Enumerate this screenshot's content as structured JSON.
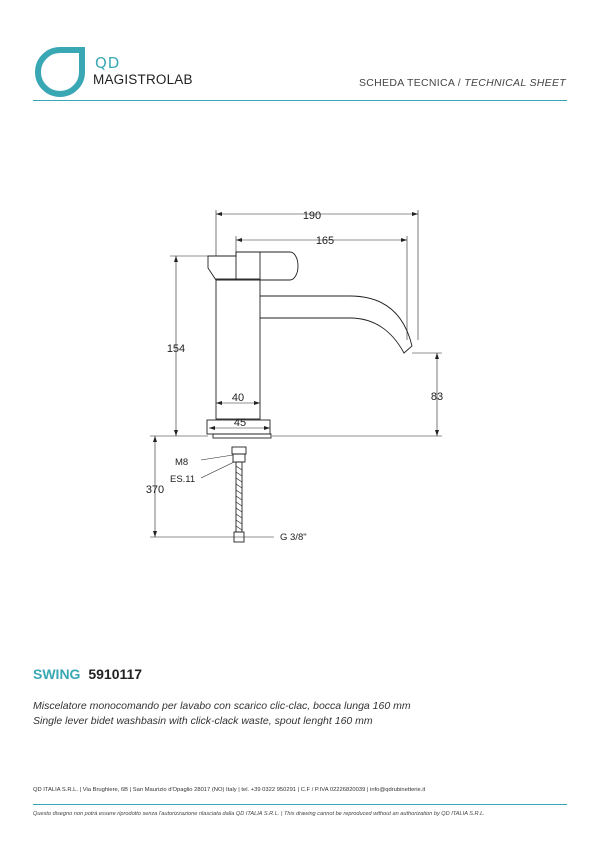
{
  "header": {
    "logo_mark": "QD",
    "logo_text": "MAGISTROLAB",
    "sheet_label_it": "SCHEDA TECNICA /",
    "sheet_label_en": "TECHNICAL SHEET"
  },
  "drawing": {
    "dim_190": "190",
    "dim_165": "165",
    "dim_154": "154",
    "dim_40": "40",
    "dim_45": "45",
    "dim_83": "83",
    "dim_370": "370",
    "label_m8": "M8",
    "label_es11": "ES.11",
    "label_g38": "G 3/8\""
  },
  "product": {
    "name": "SWING",
    "code": "5910117",
    "description_it": "Miscelatore monocomando per lavabo con scarico clic-clac, bocca lunga 160 mm",
    "description_en": "Single lever bidet washbasin with click-clack waste, spout lenght 160 mm"
  },
  "footer": {
    "company_info": "QD ITALIA S.R.L. | Via Brughiere, 6B | San Maurizio d'Opaglio 28017 (NO) Italy | tel. +39 0322 950291 | C.F / P.IVA 02226820039 | info@qdrubinetterie.it",
    "legal": "Questo disegno non potrà essere riprodotto senza l'autorizzazione rilasciata dalla QD ITALIA S.R.L. | This drawing cannot be reproduced without an authorization by QD ITALIA S.R.L."
  },
  "colors": {
    "accent": "#3aa8b4",
    "text": "#1a1a1a"
  }
}
